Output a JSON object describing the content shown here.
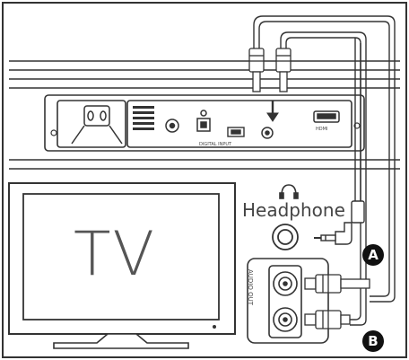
{
  "labels": {
    "tv": "TV",
    "headphone": "Headphone",
    "marker_a": "A",
    "marker_b": "B",
    "audio_out": "AUDIO OUT",
    "digital_input": "DIGITAL INPUT",
    "hdmi": "HDMI"
  },
  "colors": {
    "line": "#333333",
    "cable": "#9a9a9a",
    "badge": "#111111"
  }
}
